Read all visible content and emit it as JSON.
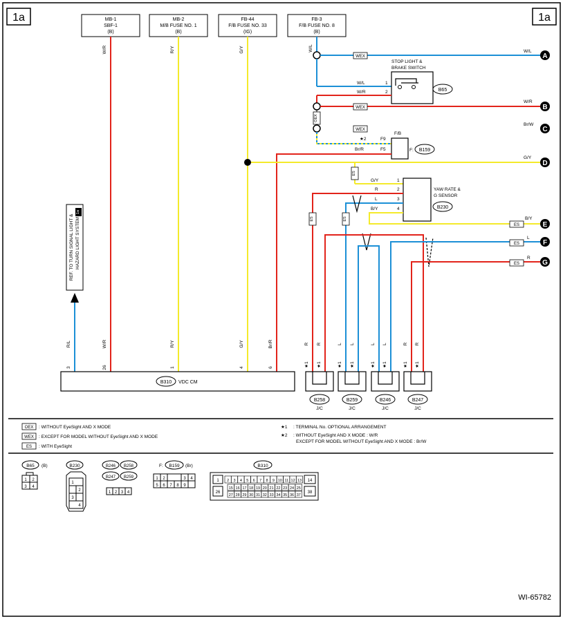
{
  "page": {
    "section_id": "1a",
    "doc_code": "WI-65782"
  },
  "colors": {
    "red": "#e2231a",
    "yellow": "#f4ea2a",
    "blue": "#1b8fd6",
    "black": "#000000"
  },
  "fuses": [
    {
      "line1": "MB-1",
      "line2": "SBF-1",
      "line3": "(B)"
    },
    {
      "line1": "MB-2",
      "line2": "M/B FUSE NO. 1",
      "line3": "(B)"
    },
    {
      "line1": "FB-44",
      "line2": "F/B FUSE NO. 33",
      "line3": "(IG)"
    },
    {
      "line1": "FB-3",
      "line2": "F/B FUSE NO. 8",
      "line3": "(B)"
    }
  ],
  "wire_labels": {
    "fuse1": "W/R",
    "fuse2": "R/Y",
    "fuse3": "G/Y",
    "fuse4": "W/L",
    "a_line": "W/L",
    "b_line": "W/R",
    "c_line": "Br/W",
    "d_line": "G/Y",
    "e_line": "B/Y",
    "f_line": "L",
    "g_line": "R",
    "sw_pin1": "W/L",
    "sw_pin2": "W/R",
    "fb_f9_star": "★2",
    "fb_f5": "Br/R",
    "yaw1": "G/Y",
    "yaw2": "R",
    "yaw3": "L",
    "yaw4": "B/Y",
    "vdc3": "R/L",
    "vdc26": "W/R",
    "vdc1": "R/Y",
    "vdc4": "G/Y",
    "vdc6": "Br/R",
    "jc_r": "R",
    "jc_l": "L"
  },
  "pins": {
    "sw1": "1",
    "sw2": "2",
    "f9": "F9",
    "f5": "F5",
    "y1": "1",
    "y2": "2",
    "y3": "3",
    "y4": "4",
    "v3": "3",
    "v26": "26",
    "v1": "1",
    "v4": "4",
    "v6": "6",
    "star1": "★1"
  },
  "connectors": {
    "stop_switch_l1": "STOP LIGHT &",
    "stop_switch_l2": "BRAKE SWITCH",
    "b65": "B65",
    "fb": "F/B",
    "f_prefix": "F:",
    "b159": "B159",
    "yaw_l1": "YAW RATE &",
    "yaw_l2": "G SENSOR",
    "b230": "B230",
    "b310": "B310",
    "vdc": "VDC CM",
    "b258": "B258",
    "b259": "B259",
    "b246": "B246",
    "b247": "B247",
    "jc": "J/C"
  },
  "tags": {
    "wex": "WEX",
    "oex": "OEX",
    "es": "ES"
  },
  "terminals": [
    "A",
    "B",
    "C",
    "D",
    "E",
    "F",
    "G"
  ],
  "ref_text": {
    "line1": "REF. TO TURN SIGNAL LIGHT &",
    "line2": "HAZARD LIGHT SYSTEM",
    "badge": "1a"
  },
  "legend": {
    "oex": "OEX",
    "oex_text": ": WITHOUT EyeSight AND X MODE",
    "wex": "WEX",
    "wex_text": ": EXCEPT FOR MODEL WITHOUT EyeSight AND X MODE",
    "es": "ES",
    "es_text": ": WITH EyeSight",
    "star1": "★1",
    "star1_text": ": TERMINAL No. OPTIONAL ARRANGEMENT",
    "star2": "★2",
    "star2_text1": ": WITHOUT EyeSight AND X MODE  : W/R",
    "star2_text2": "EXCEPT FOR MODEL WITHOUT EyeSight AND X MODE  : Br/W"
  },
  "conn_views": {
    "b65": "B65",
    "b65_color": "(B)",
    "b230": "B230",
    "b246": "B246",
    "b258": "B258",
    "b247": "B247",
    "b259": "B259",
    "f_prefix": "F:",
    "b159": "B159",
    "b159_color": "(Br)",
    "b310": "B310"
  }
}
